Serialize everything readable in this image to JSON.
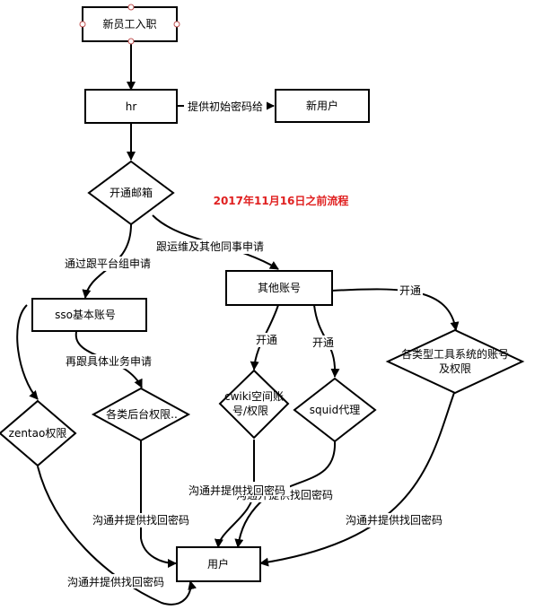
{
  "title": "2017年11月16日之前流程",
  "nodes": {
    "start": "新员工入职",
    "hr": "hr",
    "new_user": "新用户",
    "email": "开通邮箱",
    "other_accounts": "其他账号",
    "sso": "sso基本账号",
    "tools": [
      "各类型工具系统的账号",
      "及权限"
    ],
    "cwiki": [
      "cwiki空间账",
      "号/权限"
    ],
    "squid": "squid代理",
    "backend": "各类后台权限..",
    "zentao": "zentao权限",
    "user": "用户"
  },
  "edges": {
    "hr_to_new_user": "提供初始密码给",
    "email_to_other": "跟运维及其他同事申请",
    "email_to_sso": "通过跟平台组申请",
    "sso_to_backend": "再跟具体业务申请",
    "other_to_cwiki": "开通",
    "other_to_squid": "开通",
    "other_to_tools": "开通",
    "cwiki_to_user": "沟通并提供找回密码",
    "squid_to_user": "沟通并提供找回密码",
    "tools_to_user": "沟通并提供找回密码",
    "backend_to_user": "沟通并提供找回密码",
    "zentao_to_user": "沟通并提供找回密码"
  }
}
